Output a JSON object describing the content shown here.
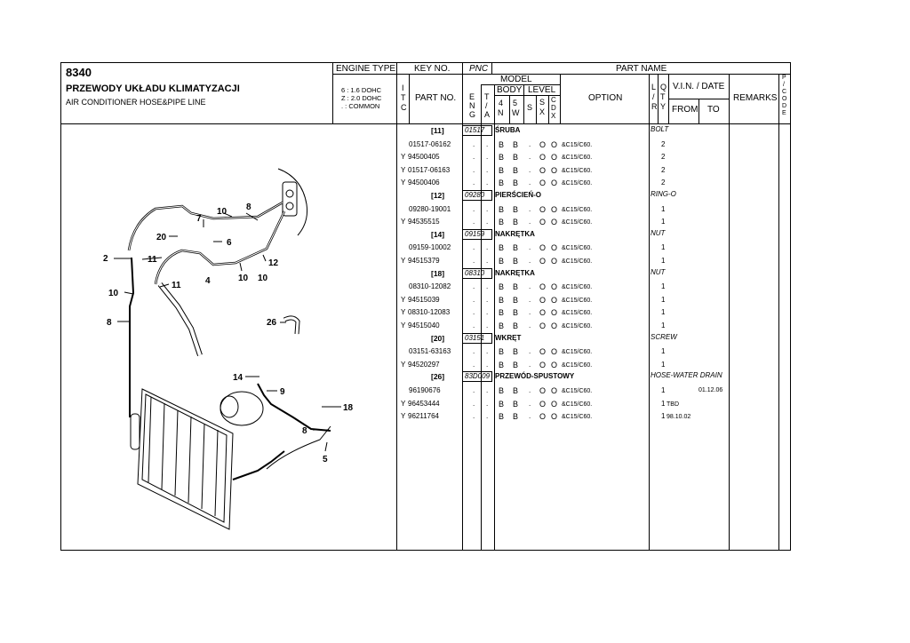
{
  "header": {
    "code": "8340",
    "title_pl": "PRZEWODY UKŁADU KLIMATYZACJI",
    "title_en": "AIR CONDITIONER HOSE&PIPE LINE",
    "engine_type_label": "ENGINE TYPE",
    "engine_lines": [
      "6 : 1.6 DOHC",
      "Z : 2.0 DOHC",
      ". : COMMON"
    ]
  },
  "columns": {
    "key_no": "KEY NO.",
    "pnc": "PNC",
    "part_name": "PART NAME",
    "itc": [
      "I",
      "T",
      "C"
    ],
    "part_no": "PART NO.",
    "model": "MODEL",
    "body": "BODY",
    "level": "LEVEL",
    "eng": [
      "E",
      "N",
      "G"
    ],
    "ta": [
      "T",
      "/",
      "A"
    ],
    "body_4n": [
      "4",
      "N"
    ],
    "body_5w": [
      "5",
      "W"
    ],
    "level_s": "S",
    "level_sx": [
      "S",
      "X"
    ],
    "level_cdx": [
      "C",
      "D",
      "X"
    ],
    "option": "OPTION",
    "lr": [
      "L",
      "/",
      "R"
    ],
    "qty": [
      "Q",
      "T",
      "Y"
    ],
    "vin_date": "V.I.N. / DATE",
    "from": "FROM",
    "to": "TO",
    "remarks": "REMARKS",
    "pcode": [
      "P",
      "/",
      "C",
      "O",
      "D",
      "E"
    ]
  },
  "groups": [
    {
      "key": "[11]",
      "pnc": "01517",
      "name_pl": "ŚRUBA",
      "name_en": "BOLT",
      "rows": [
        {
          "itc": "",
          "part_no": "01517-06162",
          "eng": ".",
          "ta": ".",
          "b4": "B",
          "b5": "B",
          "s": ".",
          "sx": "O",
          "cdx": "O",
          "option": "&C15/C60.",
          "qty": "2",
          "from": "",
          "to": ""
        },
        {
          "itc": "Y",
          "part_no": "94500405",
          "eng": ".",
          "ta": ".",
          "b4": "B",
          "b5": "B",
          "s": ".",
          "sx": "O",
          "cdx": "O",
          "option": "&C15/C60.",
          "qty": "2",
          "from": "",
          "to": ""
        },
        {
          "itc": "Y",
          "part_no": "01517-06163",
          "eng": ".",
          "ta": ".",
          "b4": "B",
          "b5": "B",
          "s": ".",
          "sx": "O",
          "cdx": "O",
          "option": "&C15/C60.",
          "qty": "2",
          "from": "",
          "to": ""
        },
        {
          "itc": "Y",
          "part_no": "94500406",
          "eng": ".",
          "ta": ".",
          "b4": "B",
          "b5": "B",
          "s": ".",
          "sx": "O",
          "cdx": "O",
          "option": "&C15/C60.",
          "qty": "2",
          "from": "",
          "to": ""
        }
      ]
    },
    {
      "key": "[12]",
      "pnc": "09280",
      "name_pl": "PIERŚCIEŃ-O",
      "name_en": "RING-O",
      "rows": [
        {
          "itc": "",
          "part_no": "09280-19001",
          "eng": ".",
          "ta": ".",
          "b4": "B",
          "b5": "B",
          "s": ".",
          "sx": "O",
          "cdx": "O",
          "option": "&C15/C60.",
          "qty": "1",
          "from": "",
          "to": ""
        },
        {
          "itc": "Y",
          "part_no": "94535515",
          "eng": ".",
          "ta": ".",
          "b4": "B",
          "b5": "B",
          "s": ".",
          "sx": "O",
          "cdx": "O",
          "option": "&C15/C60.",
          "qty": "1",
          "from": "",
          "to": ""
        }
      ]
    },
    {
      "key": "[14]",
      "pnc": "09159",
      "name_pl": "NAKRĘTKA",
      "name_en": "NUT",
      "rows": [
        {
          "itc": "",
          "part_no": "09159-10002",
          "eng": ".",
          "ta": ".",
          "b4": "B",
          "b5": "B",
          "s": ".",
          "sx": "O",
          "cdx": "O",
          "option": "&C15/C60.",
          "qty": "1",
          "from": "",
          "to": ""
        },
        {
          "itc": "Y",
          "part_no": "94515379",
          "eng": ".",
          "ta": ".",
          "b4": "B",
          "b5": "B",
          "s": ".",
          "sx": "O",
          "cdx": "O",
          "option": "&C15/C60.",
          "qty": "1",
          "from": "",
          "to": ""
        }
      ]
    },
    {
      "key": "[18]",
      "pnc": "08310",
      "name_pl": "NAKRĘTKA",
      "name_en": "NUT",
      "rows": [
        {
          "itc": "",
          "part_no": "08310-12082",
          "eng": ".",
          "ta": ".",
          "b4": "B",
          "b5": "B",
          "s": ".",
          "sx": "O",
          "cdx": "O",
          "option": "&C15/C60.",
          "qty": "1",
          "from": "",
          "to": ""
        },
        {
          "itc": "Y",
          "part_no": "94515039",
          "eng": ".",
          "ta": ".",
          "b4": "B",
          "b5": "B",
          "s": ".",
          "sx": "O",
          "cdx": "O",
          "option": "&C15/C60.",
          "qty": "1",
          "from": "",
          "to": ""
        },
        {
          "itc": "Y",
          "part_no": "08310-12083",
          "eng": ".",
          "ta": ".",
          "b4": "B",
          "b5": "B",
          "s": ".",
          "sx": "O",
          "cdx": "O",
          "option": "&C15/C60.",
          "qty": "1",
          "from": "",
          "to": ""
        },
        {
          "itc": "Y",
          "part_no": "94515040",
          "eng": ".",
          "ta": ".",
          "b4": "B",
          "b5": "B",
          "s": ".",
          "sx": "O",
          "cdx": "O",
          "option": "&C15/C60.",
          "qty": "1",
          "from": "",
          "to": ""
        }
      ]
    },
    {
      "key": "[20]",
      "pnc": "03151",
      "name_pl": "WKRĘT",
      "name_en": "SCREW",
      "rows": [
        {
          "itc": "",
          "part_no": "03151-63163",
          "eng": ".",
          "ta": ".",
          "b4": "B",
          "b5": "B",
          "s": ".",
          "sx": "O",
          "cdx": "O",
          "option": "&C15/C60.",
          "qty": "1",
          "from": "",
          "to": ""
        },
        {
          "itc": "Y",
          "part_no": "94520297",
          "eng": ".",
          "ta": ".",
          "b4": "B",
          "b5": "B",
          "s": ".",
          "sx": "O",
          "cdx": "O",
          "option": "&C15/C60.",
          "qty": "1",
          "from": "",
          "to": ""
        }
      ]
    },
    {
      "key": "[26]",
      "pnc": "83D009",
      "name_pl": "PRZEWÓD-SPUSTOWY",
      "name_en": "HOSE-WATER DRAIN",
      "rows": [
        {
          "itc": "",
          "part_no": "96190676",
          "eng": ".",
          "ta": ".",
          "b4": "B",
          "b5": "B",
          "s": ".",
          "sx": "O",
          "cdx": "O",
          "option": "&C15/C60.",
          "qty": "1",
          "from": "",
          "to": "01.12.06"
        },
        {
          "itc": "Y",
          "part_no": "96453444",
          "eng": ".",
          "ta": ".",
          "b4": "B",
          "b5": "B",
          "s": ".",
          "sx": "O",
          "cdx": "O",
          "option": "&C15/C60.",
          "qty": "1",
          "from": "TBD",
          "to": ""
        },
        {
          "itc": "Y",
          "part_no": "96211764",
          "eng": ".",
          "ta": ".",
          "b4": "B",
          "b5": "B",
          "s": ".",
          "sx": "O",
          "cdx": "O",
          "option": "&C15/C60.",
          "qty": "1",
          "from": "98.10.02",
          "to": ""
        }
      ]
    }
  ],
  "diagram_callouts": [
    "10",
    "8",
    "7",
    "20",
    "6",
    "2",
    "11",
    "12",
    "4",
    "10",
    "10",
    "11",
    "10",
    "8",
    "26",
    "14",
    "9",
    "18",
    "8",
    "5"
  ]
}
